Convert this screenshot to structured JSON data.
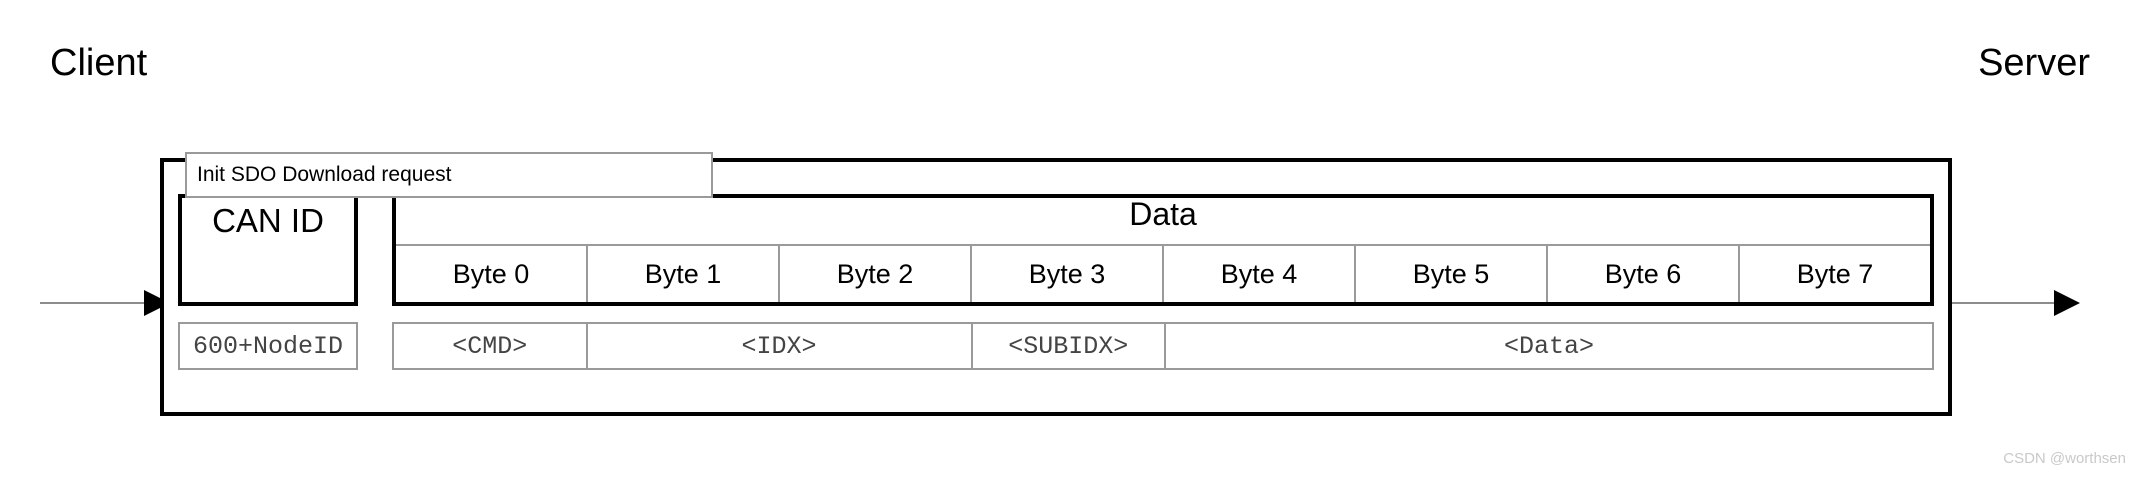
{
  "diagram": {
    "type": "can-sdo-message-frame",
    "endpoints": {
      "left_label": "Client",
      "right_label": "Server"
    },
    "arrows": {
      "incoming_name": "arrow-into-frame",
      "outgoing_name": "arrow-out-of-frame"
    },
    "message": {
      "label": "Init SDO Download request",
      "can_id": {
        "header": "CAN ID",
        "value": "600+NodeID"
      },
      "data": {
        "header": "Data",
        "bytes": [
          {
            "label": "Byte 0"
          },
          {
            "label": "Byte 1"
          },
          {
            "label": "Byte 2"
          },
          {
            "label": "Byte 3"
          },
          {
            "label": "Byte 4"
          },
          {
            "label": "Byte 5"
          },
          {
            "label": "Byte 6"
          },
          {
            "label": "Byte 7"
          }
        ],
        "fields": [
          {
            "value": "<CMD>",
            "span": 1,
            "bytes": "0"
          },
          {
            "value": "<IDX>",
            "span": 2,
            "bytes": "1-2"
          },
          {
            "value": "<SUBIDX>",
            "span": 1,
            "bytes": "3"
          },
          {
            "value": "<Data>",
            "span": 4,
            "bytes": "4-7"
          }
        ]
      }
    }
  },
  "watermark": "CSDN @worthsen"
}
